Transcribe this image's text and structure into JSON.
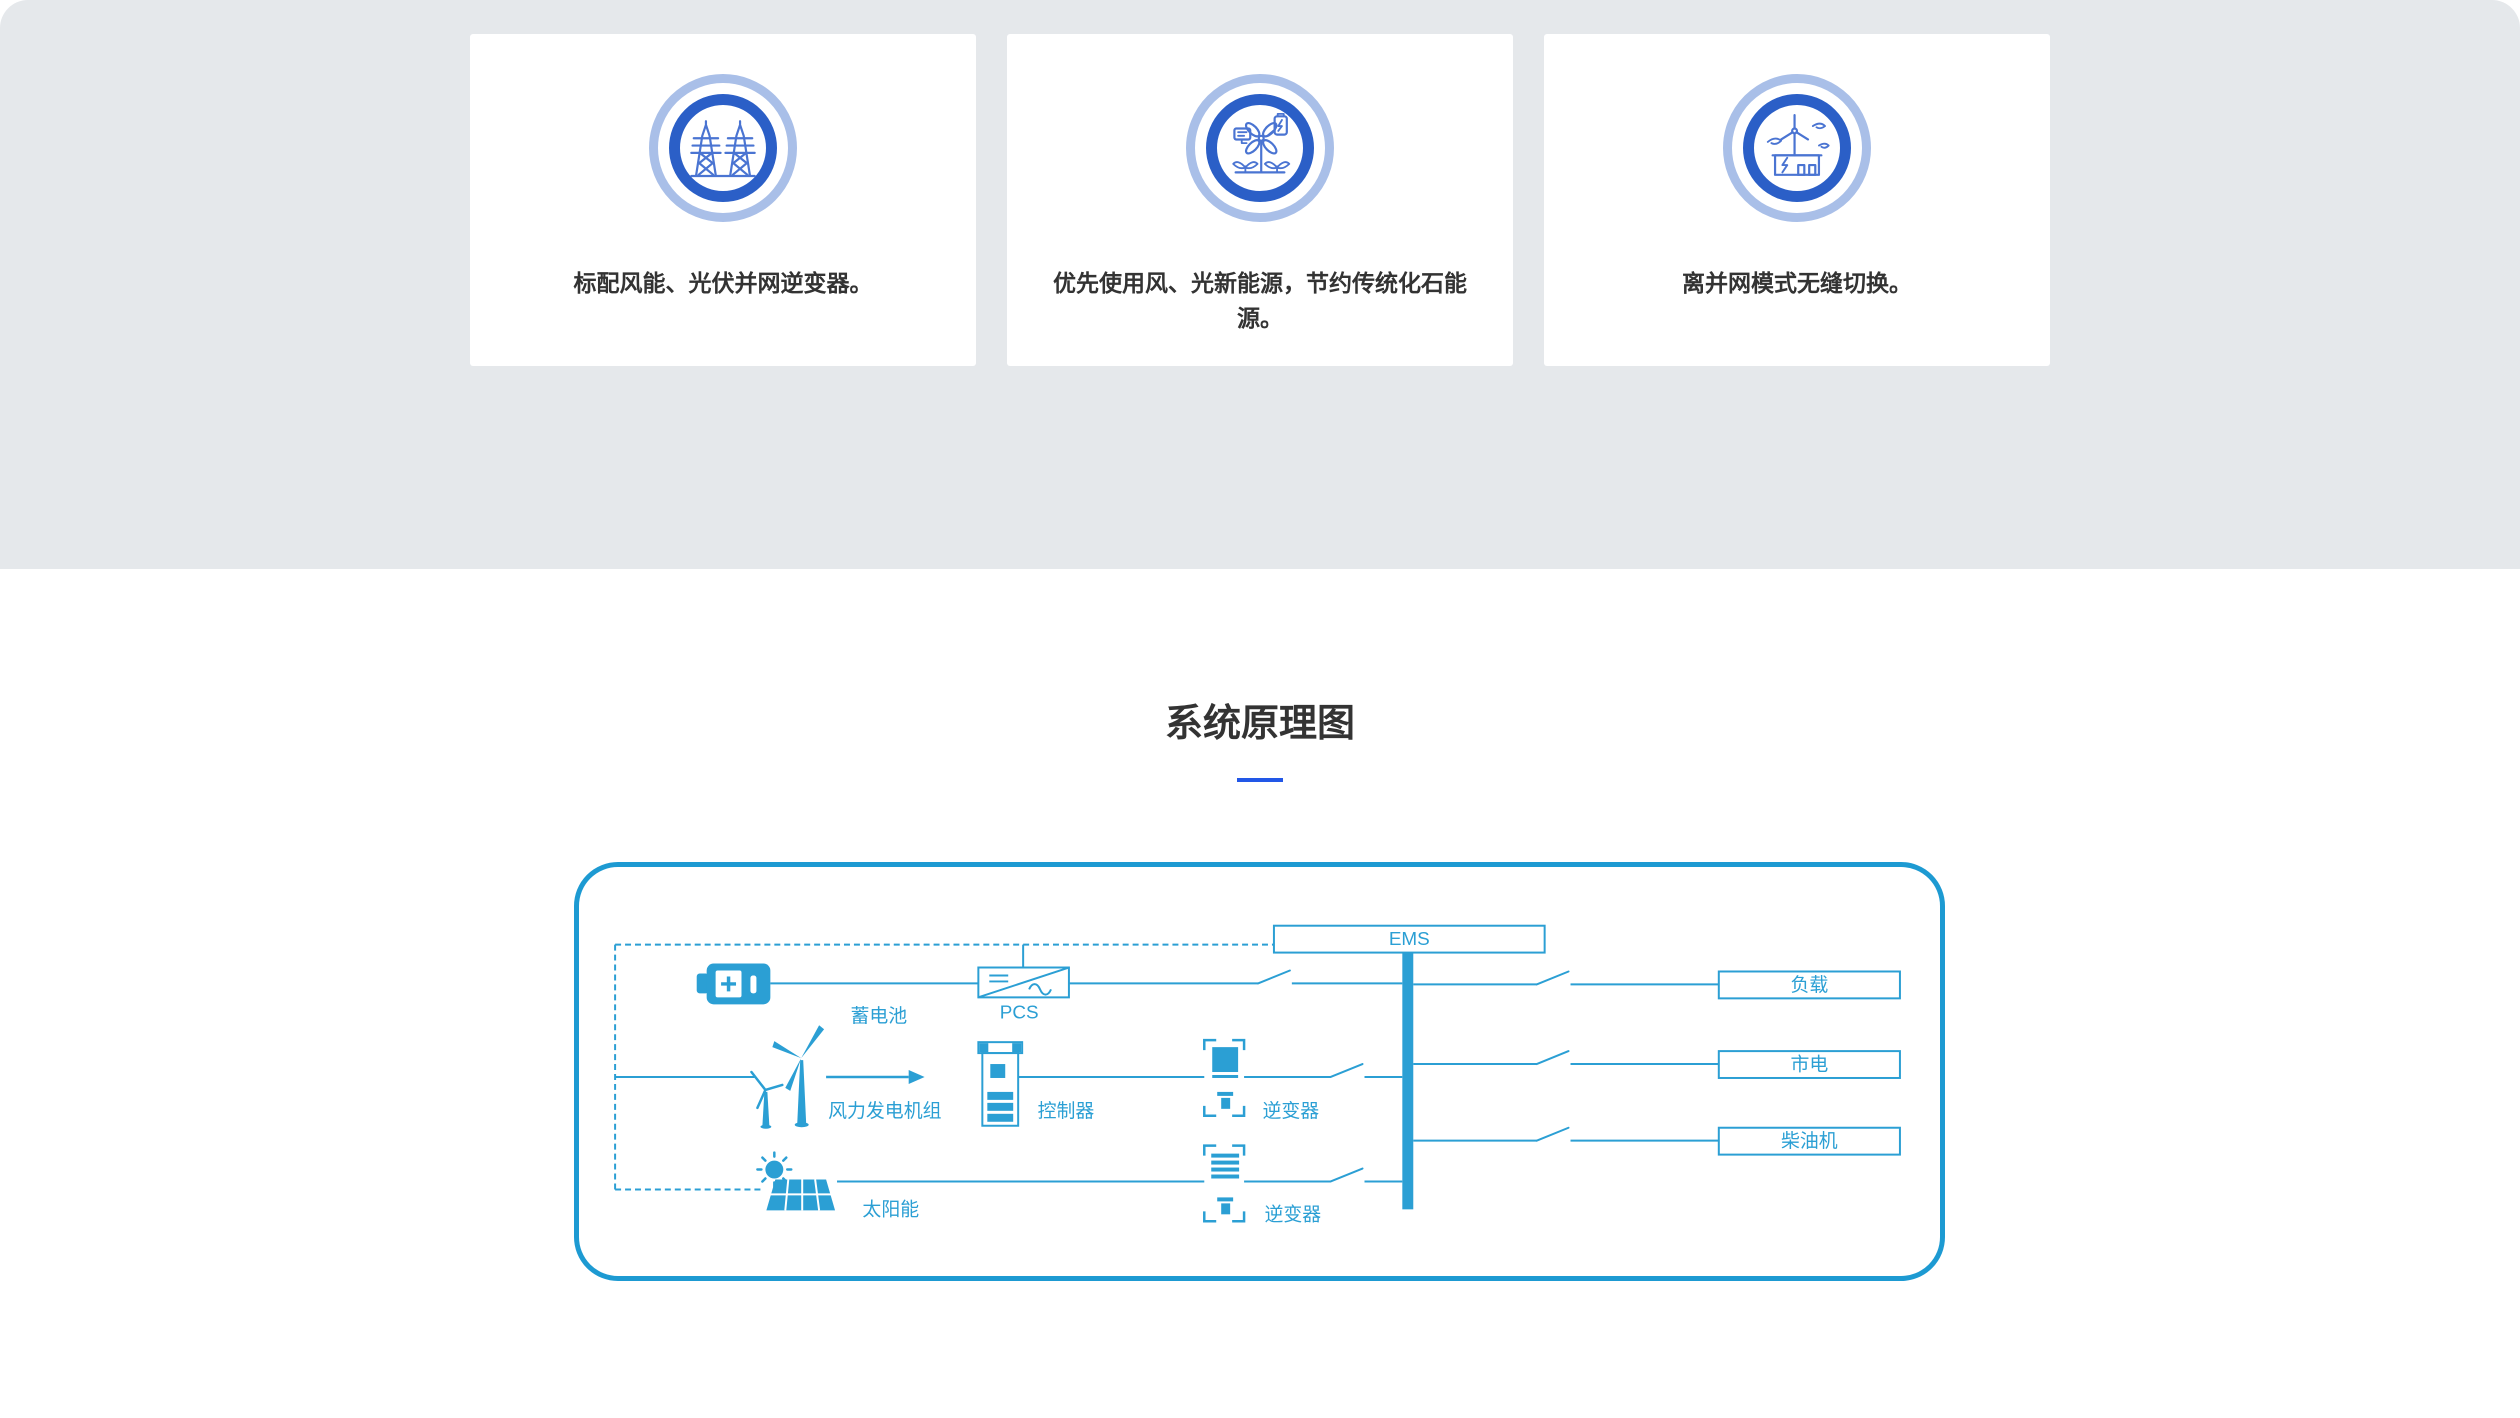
{
  "features": {
    "cards": [
      {
        "icon": "power-towers",
        "text": "标配风能、光伏并网逆变器。"
      },
      {
        "icon": "wind-energy",
        "text": "优先使用风、光新能源，节约传统化石能源。"
      },
      {
        "icon": "offgrid-switch",
        "text": "离并网模式无缝切换。"
      }
    ]
  },
  "principle": {
    "title": "系统原理图"
  },
  "diagram": {
    "labels": {
      "battery": "蓄电池",
      "pcs": "PCS",
      "ems": "EMS",
      "wind_group": "风力发电机组",
      "controller": "控制器",
      "wind_inverter": "逆变器",
      "solar": "太阳能",
      "solar_inverter": "逆变器",
      "load": "负载",
      "mains": "市电",
      "diesel": "柴油机"
    },
    "colors": {
      "line": "#2b9fd4",
      "border": "#1d9ad2"
    }
  },
  "colors": {
    "band_background": "#e5e8eb",
    "icon_ring_outer": "#a9bfe8",
    "icon_ring_inner": "#2b5fc7",
    "icon_glyph": "#4a74d2",
    "title_underline": "#2257e7"
  }
}
